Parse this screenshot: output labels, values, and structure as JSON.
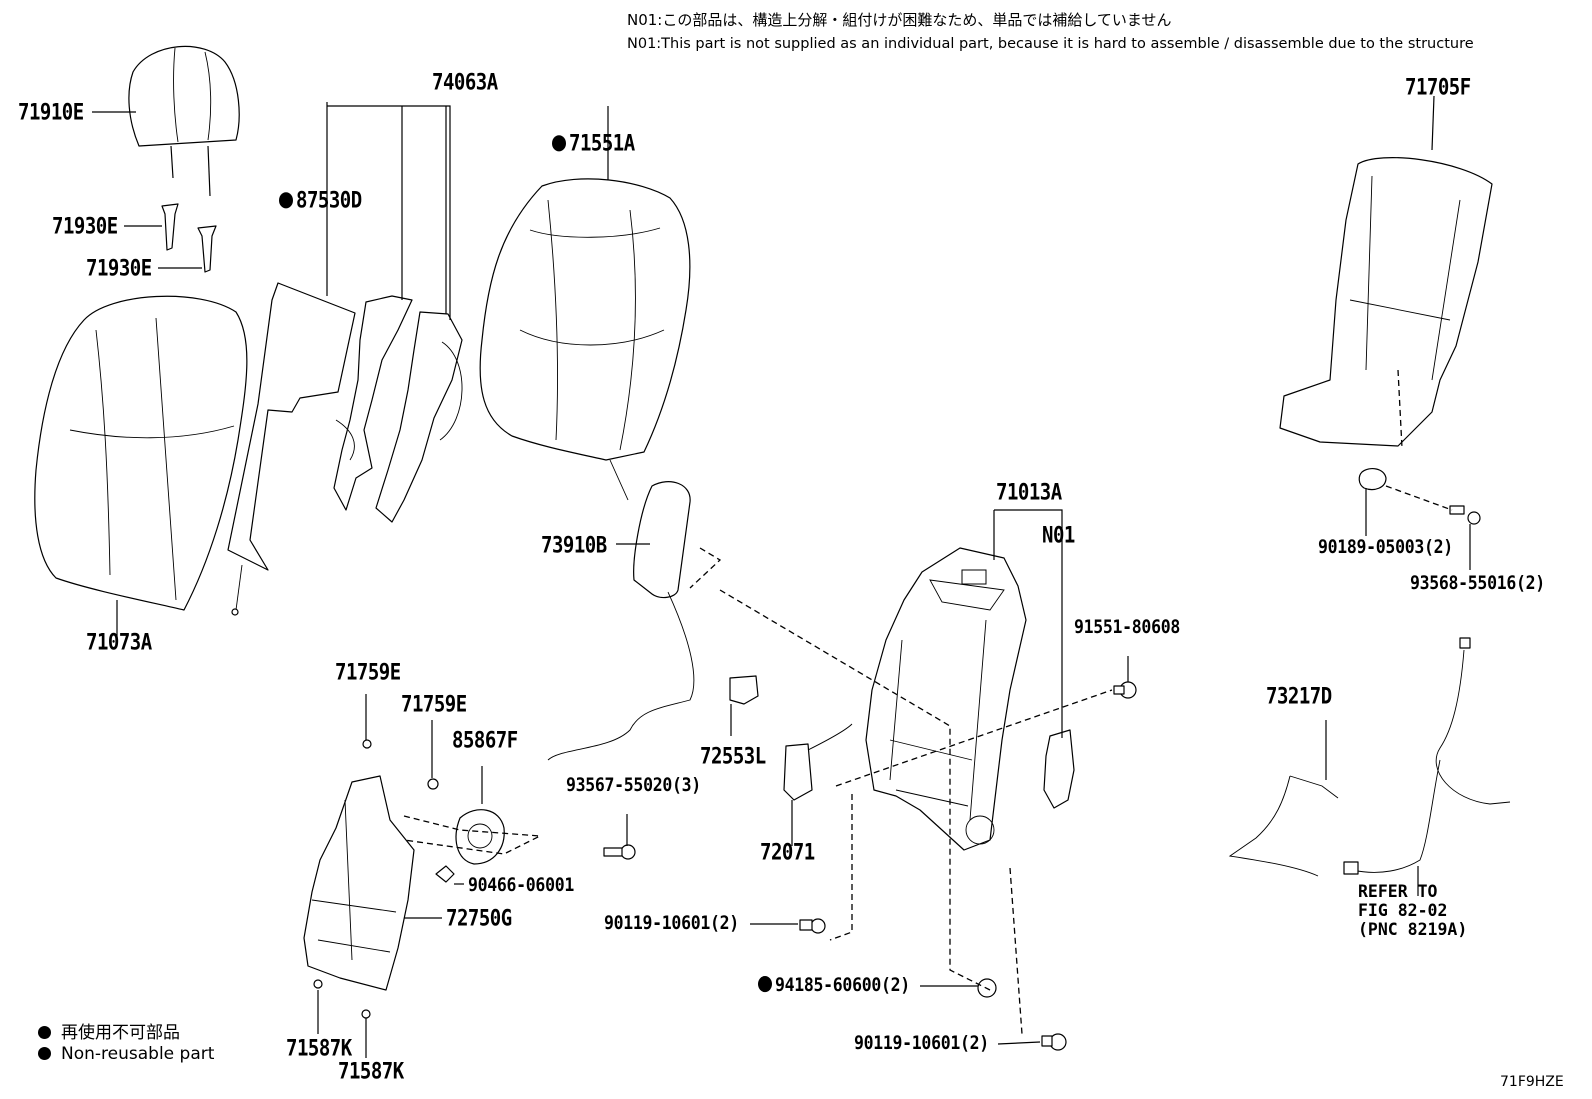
{
  "notes": {
    "n01_ja": "N01:この部品は、構造上分解・組付けが困難なため、単品では補給していません",
    "n01_en": "N01:This part is not supplied as an individual part, because it is hard to assemble / disassemble due to the structure"
  },
  "labels": {
    "l71910E": "71910E",
    "l74063A": "74063A",
    "l71551A": "71551A",
    "l87530D": "87530D",
    "l71930E_1": "71930E",
    "l71930E_2": "71930E",
    "l71073A": "71073A",
    "l73910B": "73910B",
    "l71013A": "71013A",
    "lN01": "N01",
    "l71705F": "71705F",
    "l90189": "90189-05003(2)",
    "l93568": "93568-55016(2)",
    "l91551": "91551-80608",
    "l71759E_1": "71759E",
    "l71759E_2": "71759E",
    "l85867F": "85867F",
    "l72553L": "72553L",
    "l93567": "93567-55020(3)",
    "l90466": "90466-06001",
    "l72071": "72071",
    "l72750G": "72750G",
    "l90119_1": "90119-10601(2)",
    "l94185": "94185-60600(2)",
    "l90119_2": "90119-10601(2)",
    "l71587K_1": "71587K",
    "l71587K_2": "71587K",
    "l73217D": "73217D"
  },
  "refer": {
    "line1": "REFER TO",
    "line2": "FIG 82-02",
    "line3": "(PNC 8219A)"
  },
  "legend": {
    "ja": "再使用不可部品",
    "en": "Non-reusable part"
  },
  "figure_id": "71F9HZE"
}
